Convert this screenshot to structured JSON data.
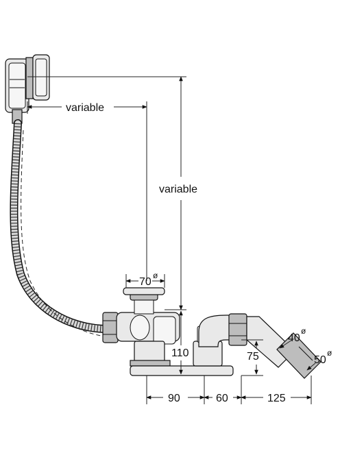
{
  "labels": {
    "overflow_horizontal": "variable",
    "overflow_vertical": "variable",
    "waste_diameter": "70",
    "outlet_diameter_inner": "40",
    "outlet_diameter_outer": "50",
    "height_trap": "110",
    "height_outlet": "75",
    "span_a": "90",
    "span_b": "60",
    "span_c": "125",
    "diameter_symbol": "ø"
  }
}
